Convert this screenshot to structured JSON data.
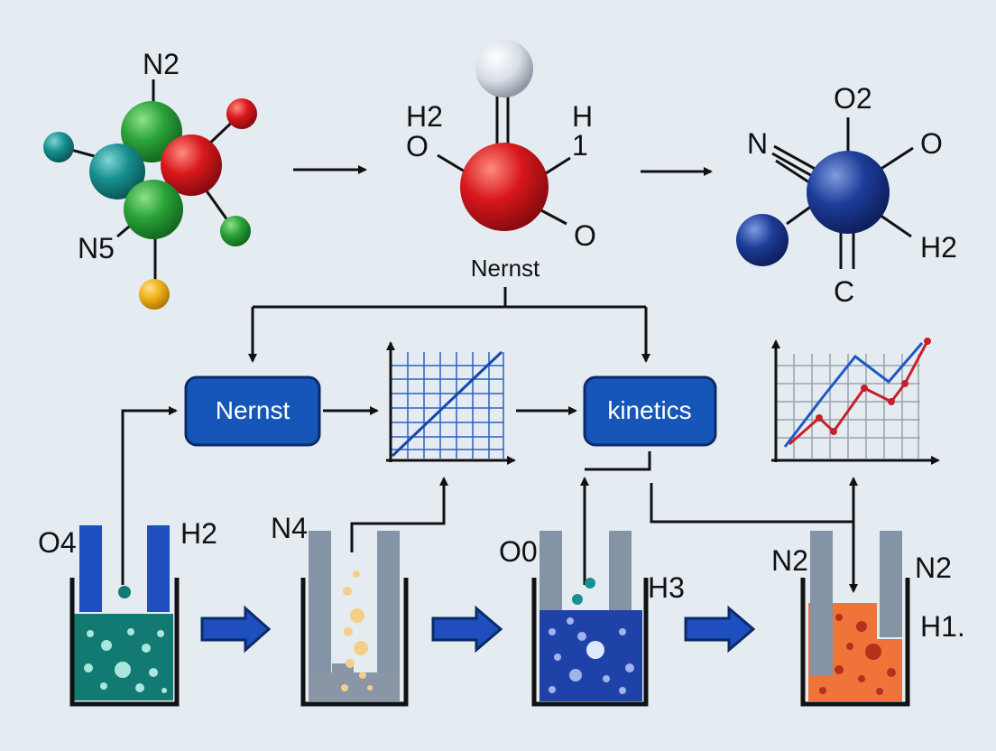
{
  "molecules": {
    "left": {
      "top": "N2",
      "bottom_left": "N5"
    },
    "middle": {
      "top_left": "H2",
      "left": "O",
      "top_right": "H",
      "right": "1",
      "bottom_right": "O"
    },
    "right": {
      "top": "O2",
      "left": "N",
      "right": "O",
      "bottom_right": "H2",
      "bottom": "C"
    }
  },
  "caption_top": "Nernst",
  "boxes": {
    "nernst": "Nernst",
    "kinetics": "kinetics"
  },
  "cells": [
    {
      "left": "O4",
      "right": "H2"
    },
    {
      "left": "N4",
      "right": ""
    },
    {
      "left": "O0",
      "right": "H3"
    },
    {
      "left": "N2",
      "right": "N2",
      "right2": "H1."
    }
  ],
  "colors": {
    "background": "#e4ecf2",
    "box_blue": "#1656b8",
    "electrode_blue": "#1f4fbf",
    "electrode_gray": "#8493a6",
    "green_atom": "#2aa33a",
    "teal_atom": "#17908f",
    "red_atom": "#d8181c",
    "yellow_atom": "#f0b21a",
    "navy_atom": "#1d3d99",
    "white_atom": "#d7dde4",
    "liquid_teal": "#127a72",
    "liquid_blue": "#1f42a8",
    "liquid_orange": "#f0733a",
    "graph_red": "#c8202a"
  }
}
